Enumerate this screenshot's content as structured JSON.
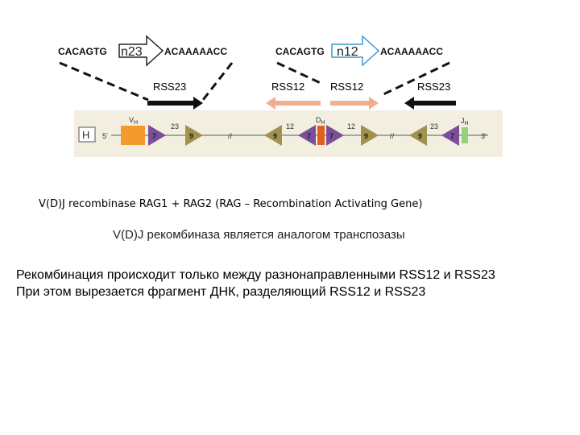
{
  "rss23_box": {
    "heptamer": "CACAGTG",
    "spacer": "n23",
    "nonamer": "ACAAAAACC"
  },
  "rss12_box": {
    "heptamer": "CACAGTG",
    "spacer": "n12",
    "nonamer": "ACAAAAACC"
  },
  "labels": {
    "rss23_left": "RSS23",
    "rss12_left": "RSS12",
    "rss12_right": "RSS12",
    "rss23_right": "RSS23"
  },
  "locus": {
    "locus_letter": "H",
    "five_prime": "5'",
    "three_prime": "3'",
    "v_label": "V",
    "v_sub": "H",
    "d_label": "D",
    "d_sub": "H",
    "j_label": "J",
    "j_sub": "H",
    "spacer_23": "23",
    "spacer_12": "12",
    "heptamer_num": "7",
    "nonamer_num": "9",
    "break_mark": "//"
  },
  "colors": {
    "heptamer": "#7a4f9a",
    "nonamer": "#a0914f",
    "v_segment": "#f39a2e",
    "d_segment": "#e0601e",
    "j_segment": "#98d07a",
    "rss12_arrow": "#f0b08f",
    "rss23_arrow": "#111111",
    "n23_arrow": "#222222",
    "n12_arrow": "#3b98d4",
    "panel_bg": "#f2efe0"
  },
  "text": {
    "recombinase": "V(D)J recombinase RAG1 + RAG2  (RAG – Recombination Activating Gene)",
    "transposase": "V(D)J рекомбиназа является аналогом транспозазы",
    "note_1": "Рекомбинация происходит только между разнонаправленными RSS12 и RSS23",
    "note_2": "При этом вырезается фрагмент ДНК, разделяющий RSS12 и RSS23"
  }
}
